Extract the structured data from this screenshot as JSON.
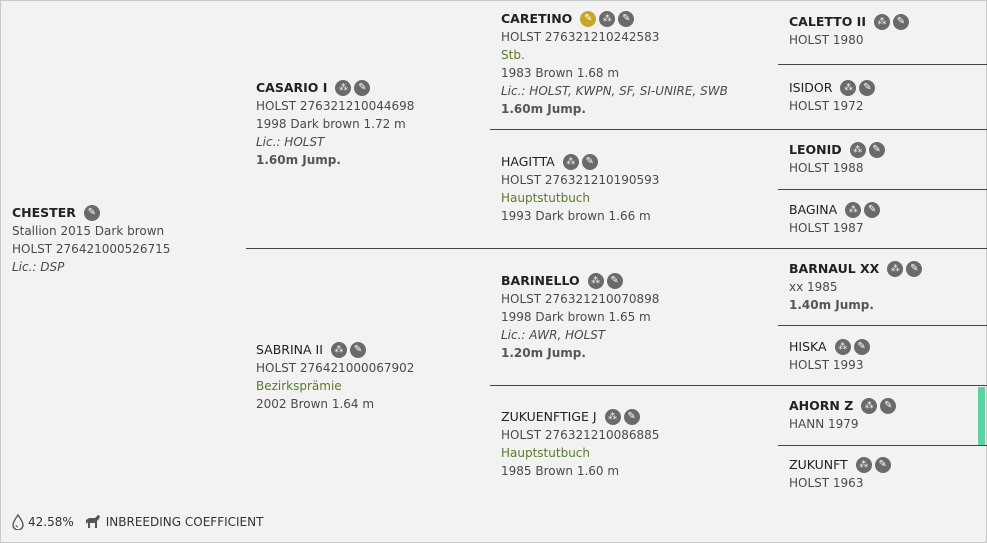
{
  "subject": {
    "name": "CHESTER",
    "line1": "Stallion 2015 Dark brown",
    "line2": "HOLST 276421000526715",
    "lic": "Lic.: DSP"
  },
  "sire": {
    "name": "CASARIO I",
    "reg": "HOLST 276321210044698",
    "detail": "1998 Dark brown 1.72 m",
    "lic": "Lic.: HOLST",
    "perf": "1.60m Jump."
  },
  "dam": {
    "name": "SABRINA II",
    "reg": "HOLST 276421000067902",
    "award": "Bezirksprämie",
    "detail": "2002 Brown 1.64 m"
  },
  "ss": {
    "name": "CARETINO",
    "reg": "HOLST 276321210242583",
    "status": "Stb.",
    "detail": "1983 Brown 1.68 m",
    "lic": "Lic.: HOLST, KWPN, SF, SI-UNIRE, SWB",
    "perf": "1.60m Jump."
  },
  "sd": {
    "name": "HAGITTA",
    "reg": "HOLST 276321210190593",
    "award": "Hauptstutbuch",
    "detail": "1993 Dark brown 1.66 m"
  },
  "ds": {
    "name": "BARINELLO",
    "reg": "HOLST 276321210070898",
    "detail": "1998 Dark brown 1.65 m",
    "lic": "Lic.: AWR, HOLST",
    "perf": "1.20m Jump."
  },
  "dd": {
    "name": "ZUKUENFTIGE J",
    "reg": "HOLST 276321210086885",
    "award": "Hauptstutbuch",
    "detail": "1985 Brown 1.60 m"
  },
  "g3": [
    {
      "name": "CALETTO II",
      "info": "HOLST 1980"
    },
    {
      "name": "ISIDOR",
      "info": "HOLST 1972"
    },
    {
      "name": "LEONID",
      "info": "HOLST 1988"
    },
    {
      "name": "BAGINA",
      "info": "HOLST 1987"
    },
    {
      "name": "BARNAUL XX",
      "info": "xx 1985",
      "perf": "1.40m Jump."
    },
    {
      "name": "HISKA",
      "info": "HOLST 1993"
    },
    {
      "name": "AHORN Z",
      "info": "HANN 1979"
    },
    {
      "name": "ZUKUNFT",
      "info": "HOLST 1963"
    }
  ],
  "footer": {
    "coefficient": "42.58%",
    "label": "INBREEDING COEFFICIENT"
  },
  "colors": {
    "background": "#f2f2f2",
    "icon": "#6a6a6a",
    "gold_icon": "#c9a526",
    "award_text": "#5a7a2a",
    "marker": "#5cd3a0"
  },
  "icons": [
    "pedigree-icon",
    "edit-icon",
    "gold-edit-icon",
    "drop-icon",
    "horse-icon"
  ]
}
